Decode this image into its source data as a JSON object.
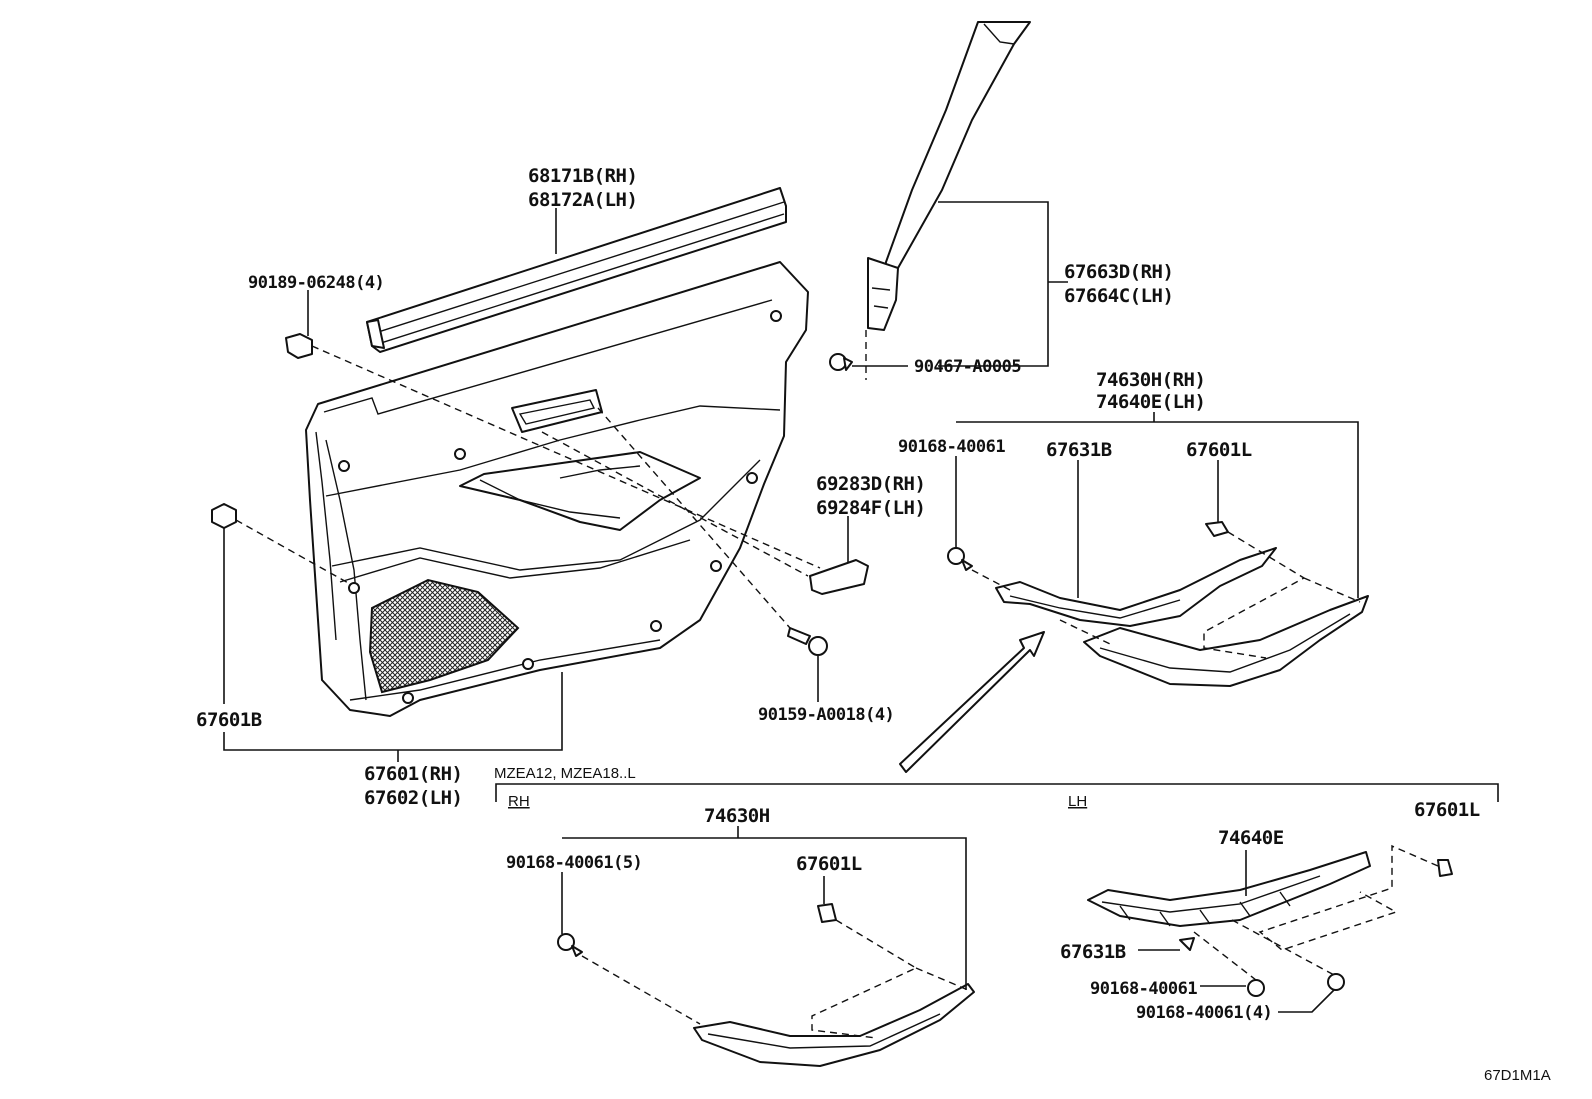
{
  "labels": {
    "window_weatherstrip_rh": "68171B(RH)",
    "window_weatherstrip_lh": "68172A(LH)",
    "clip_top": "90189-06248(4)",
    "pillar_garnish_rh": "67663D(RH)",
    "pillar_garnish_lh": "67664C(LH)",
    "pillar_clip": "90467-A0005",
    "armrest_base_rh": "74630H(RH)",
    "armrest_base_lh": "74640E(LH)",
    "screw_armrest": "90168-40061",
    "armrest_cover": "67631B",
    "clip_armrest": "67601L",
    "pull_handle_rh": "69283D(RH)",
    "pull_handle_lh": "69284F(LH)",
    "screw_panel": "90159-A0018(4)",
    "clip_panel": "67601B",
    "door_trim_rh": "67601(RH)",
    "door_trim_lh": "67602(LH)"
  },
  "variant": {
    "condition": "MZEA12, MZEA18..L",
    "rh_heading": "RH",
    "lh_heading": "LH",
    "rh": {
      "armrest_base": "74630H",
      "screw": "90168-40061(5)",
      "clip": "67601L"
    },
    "lh": {
      "clip": "67601L",
      "armrest_base": "74640E",
      "armrest_cover": "67631B",
      "screw_a": "90168-40061",
      "screw_b": "90168-40061(4)"
    }
  },
  "figure_code": "67D1M1A"
}
